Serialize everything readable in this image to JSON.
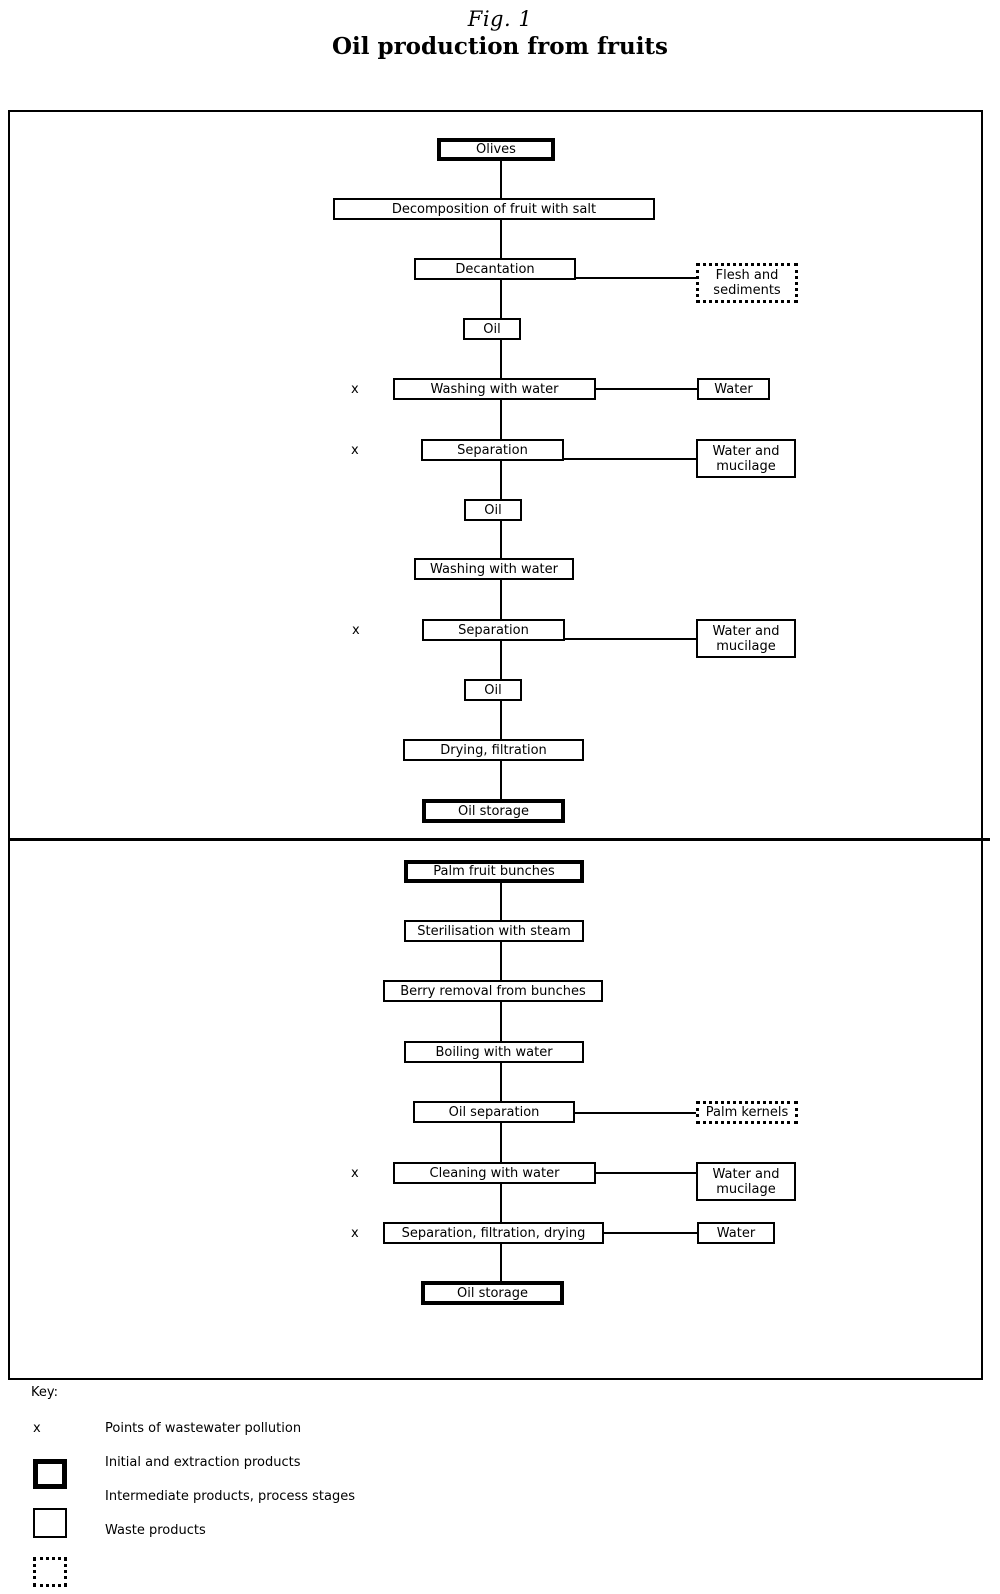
{
  "title": {
    "figure_label": "Fig. 1",
    "heading": "Oil production from fruits"
  },
  "chart_data": {
    "type": "diagram",
    "title": "Oil production from fruits",
    "subtitle": "Fig. 1",
    "sections": [
      {
        "name": "olive-oil-process",
        "main_chain": [
          "Olives",
          "Decomposition of fruit with salt",
          "Decantation",
          "Oil",
          "Washing with water",
          "Separation",
          "Oil",
          "Washing with water",
          "Separation",
          "Oil",
          "Drying, filtration",
          "Oil storage"
        ],
        "side_outputs": [
          {
            "from": "Decantation",
            "label": "Flesh and sediments",
            "style": "waste"
          },
          {
            "from": "Washing with water",
            "label": "Water",
            "style": "intermediate"
          },
          {
            "from": "Separation",
            "label": "Water and mucilage",
            "style": "intermediate"
          },
          {
            "from": "Separation",
            "label": "Water and mucilage",
            "style": "intermediate"
          }
        ],
        "pollution_points": [
          "Washing with water",
          "Separation",
          "Separation"
        ]
      },
      {
        "name": "palm-oil-process",
        "main_chain": [
          "Palm fruit bunches",
          "Sterilisation with steam",
          "Berry removal from bunches",
          "Boiling with water",
          "Oil separation",
          "Cleaning with water",
          "Separation, filtration, drying",
          "Oil storage"
        ],
        "side_outputs": [
          {
            "from": "Oil separation",
            "label": "Palm kernels",
            "style": "waste"
          },
          {
            "from": "Cleaning with water",
            "label": "Water and mucilage",
            "style": "intermediate"
          },
          {
            "from": "Separation, filtration, drying",
            "label": "Water",
            "style": "intermediate"
          }
        ],
        "pollution_points": [
          "Cleaning with water",
          "Separation, filtration, drying"
        ]
      }
    ]
  },
  "flow_olive": {
    "n1": "Olives",
    "n2": "Decomposition of fruit with salt",
    "n3": "Decantation",
    "n4": "Oil",
    "n5": "Washing with water",
    "n6": "Separation",
    "n7": "Oil",
    "n8": "Washing with water",
    "n9": "Separation",
    "n10": "Oil",
    "n11": "Drying, filtration",
    "n12": "Oil storage",
    "s1": "Flesh and sediments",
    "s2": "Water",
    "s3": "Water and mucilage",
    "s4": "Water and mucilage"
  },
  "flow_palm": {
    "p1": "Palm fruit bunches",
    "p2": "Sterilisation with steam",
    "p3": "Berry removal from bunches",
    "p4": "Boiling with water",
    "p5": "Oil separation",
    "p6": "Cleaning with water",
    "p7": "Separation, filtration, drying",
    "p8": "Oil storage",
    "q1": "Palm kernels",
    "q2": "Water and mucilage",
    "q3": "Water"
  },
  "markers": {
    "pollution_symbol": "x"
  },
  "key": {
    "heading": "Key:",
    "items": [
      {
        "symbol": "x",
        "label": "Points of wastewater pollution"
      },
      {
        "symbol": "thick",
        "label": "Initial and extraction products"
      },
      {
        "symbol": "thin",
        "label": "Intermediate products, process stages"
      },
      {
        "symbol": "dotted",
        "label": "Waste products"
      }
    ]
  },
  "colors": {
    "ink": "#000000",
    "paper": "#ffffff"
  }
}
